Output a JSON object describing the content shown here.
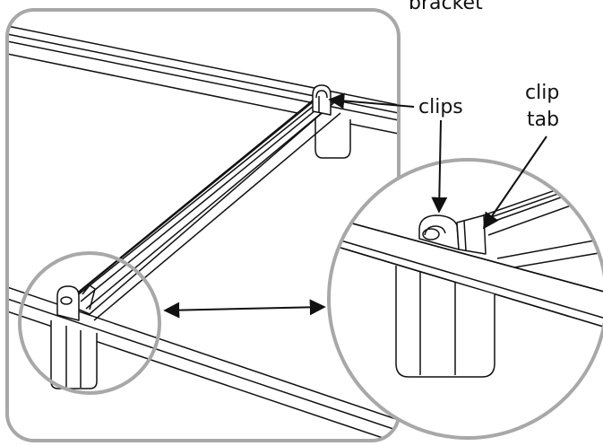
{
  "labels": {
    "bracket": "bracket",
    "clips": "clips",
    "clip_tab_line1": "clip",
    "clip_tab_line2": "tab"
  },
  "colors": {
    "line": "#111111",
    "panel_border": "#a8a8a8",
    "background": "#ffffff",
    "fill": "#ffffff"
  }
}
